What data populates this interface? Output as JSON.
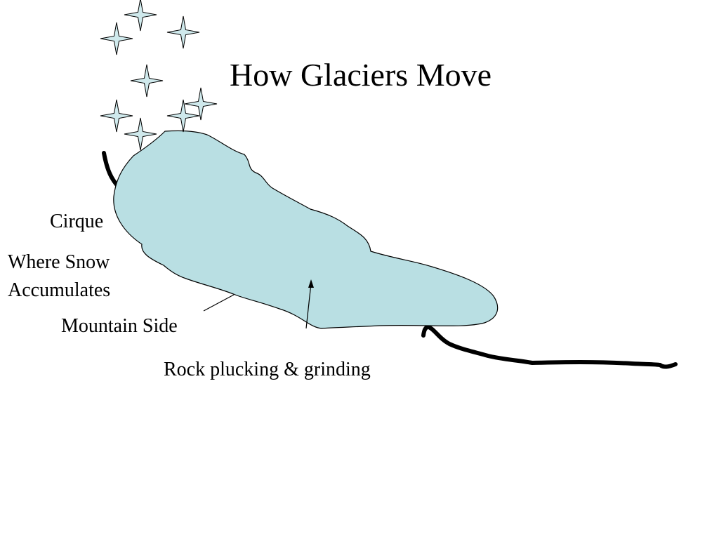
{
  "title": "How Glaciers Move",
  "labels": {
    "cirque": "Cirque",
    "snow": "Where Snow Accumulates",
    "mountain_side": "Mountain Side",
    "rock": "Rock plucking & grinding"
  },
  "colors": {
    "glacier_fill": "#b9dfe3",
    "snowflake_fill": "#cfe9ec",
    "outline": "#000000",
    "background": "#ffffff"
  },
  "icons": {
    "snowflake": "four-point-star-icon"
  }
}
